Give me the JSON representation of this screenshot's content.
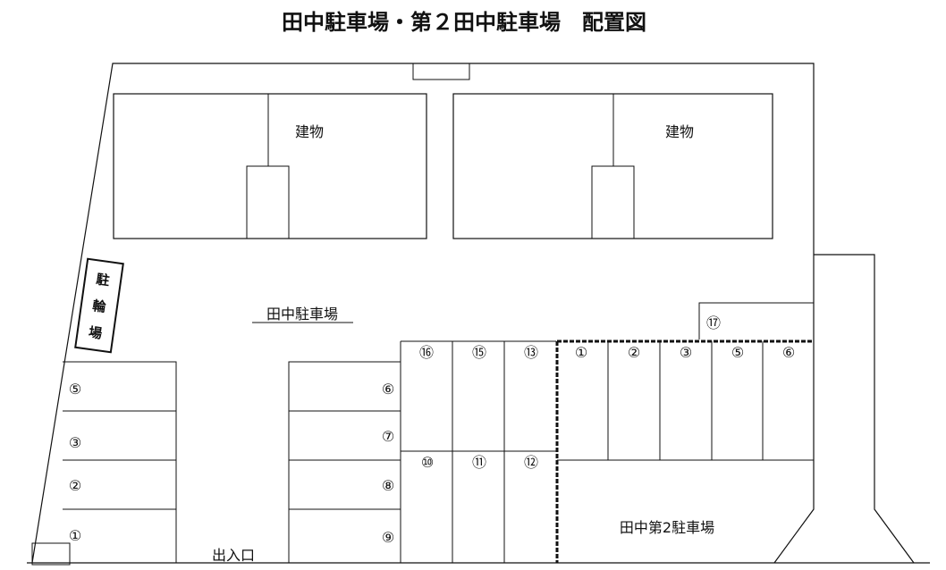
{
  "title": "田中駐車場・第２田中駐車場　配置図",
  "buildings": [
    {
      "label": "建物"
    },
    {
      "label": "建物"
    }
  ],
  "bicycle_parking": [
    "駐",
    "輪",
    "場"
  ],
  "lot1_label": "田中駐車場",
  "lot2_label": "田中第2駐車場",
  "entrance_label": "出入口",
  "lot1_spaces": {
    "left_column": [
      "⑤",
      "③",
      "②",
      "①"
    ],
    "middle_column": [
      "⑥",
      "⑦",
      "⑧",
      "⑨"
    ],
    "top_row": [
      "⑯",
      "⑮",
      "⑬"
    ],
    "bottom_row": [
      "⑩",
      "⑪",
      "⑫"
    ],
    "side_space": "⑰"
  },
  "lot2_spaces": [
    "①",
    "②",
    "③",
    "⑤",
    "⑥"
  ]
}
